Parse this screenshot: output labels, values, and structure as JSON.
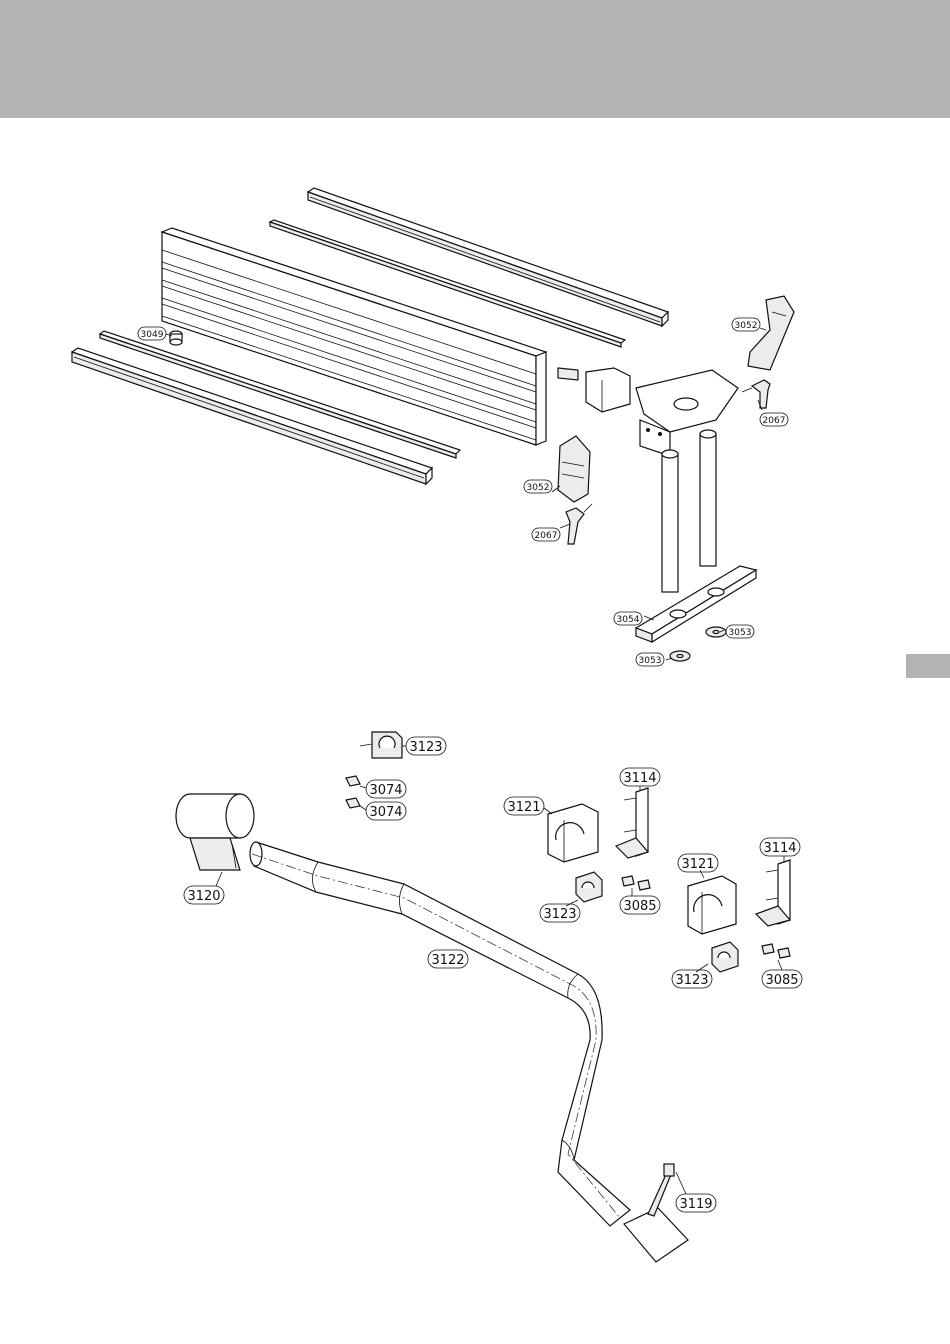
{
  "callouts_upper": [
    {
      "id": "c3049",
      "text": "3049"
    },
    {
      "id": "c3052a",
      "text": "3052"
    },
    {
      "id": "c2067a",
      "text": "2067"
    },
    {
      "id": "c3052b",
      "text": "3052"
    },
    {
      "id": "c2067b",
      "text": "2067"
    },
    {
      "id": "c3054",
      "text": "3054"
    },
    {
      "id": "c3053a",
      "text": "3053"
    },
    {
      "id": "c3053b",
      "text": "3053"
    }
  ],
  "callouts_lower": [
    {
      "id": "c3123a",
      "text": "3123"
    },
    {
      "id": "c3074a",
      "text": "3074"
    },
    {
      "id": "c3074b",
      "text": "3074"
    },
    {
      "id": "c3114a",
      "text": "3114"
    },
    {
      "id": "c3121a",
      "text": "3121"
    },
    {
      "id": "c3120",
      "text": "3120"
    },
    {
      "id": "c3123b",
      "text": "3123"
    },
    {
      "id": "c3085a",
      "text": "3085"
    },
    {
      "id": "c3114b",
      "text": "3114"
    },
    {
      "id": "c3121b",
      "text": "3121"
    },
    {
      "id": "c3122",
      "text": "3122"
    },
    {
      "id": "c3123c",
      "text": "3123"
    },
    {
      "id": "c3085b",
      "text": "3085"
    },
    {
      "id": "c3119",
      "text": "3119"
    }
  ]
}
